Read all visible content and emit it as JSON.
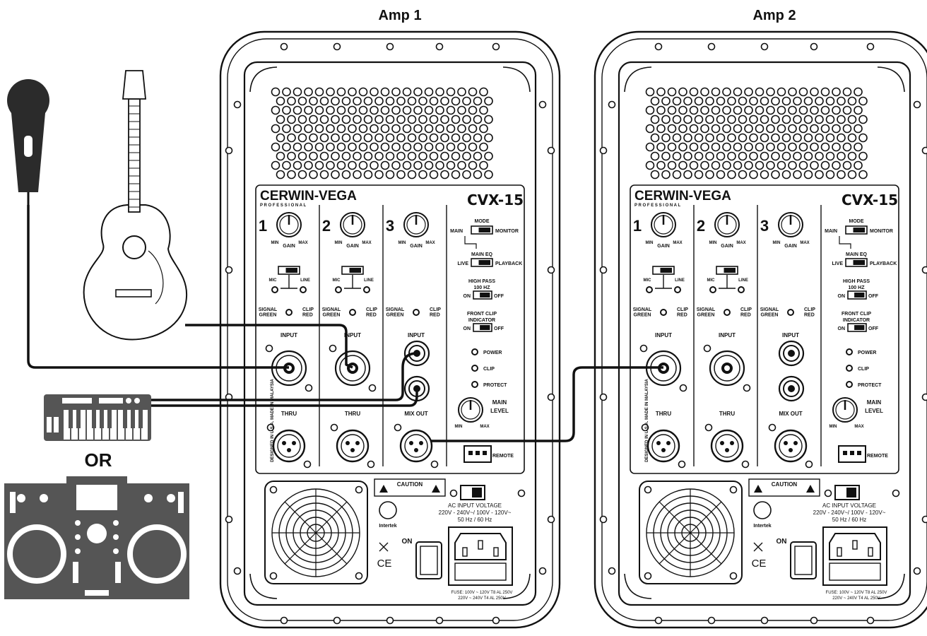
{
  "amps": [
    {
      "header": "Amp 1",
      "brand": "CERWIN-VEGA",
      "brand_sub": "P R O F E S S I O N A L",
      "model": "CVX-15",
      "channels": [
        {
          "number": "1",
          "gain_min": "MIN",
          "gain_label": "GAIN",
          "gain_max": "MAX",
          "mic": "MIC",
          "line": "LINE",
          "signal": "SIGNAL\nGREEN",
          "clip": "CLIP\nRED",
          "input": "INPUT",
          "thru": "THRU"
        },
        {
          "number": "2",
          "gain_min": "MIN",
          "gain_label": "GAIN",
          "gain_max": "MAX",
          "mic": "MIC",
          "line": "LINE",
          "signal": "SIGNAL\nGREEN",
          "clip": "CLIP\nRED",
          "input": "INPUT",
          "thru": "THRU"
        },
        {
          "number": "3",
          "gain_min": "MIN",
          "gain_label": "GAIN",
          "gain_max": "MAX",
          "signal": "SIGNAL\nGREEN",
          "clip": "CLIP\nRED",
          "input": "INPUT",
          "thru": "MIX OUT"
        }
      ],
      "mode": "MODE",
      "main": "MAIN",
      "monitor": "MONITOR",
      "main_eq": "MAIN EQ",
      "live": "LIVE",
      "playback": "PLAYBACK",
      "high_pass": "HIGH PASS",
      "high_pass_freq": "100 HZ",
      "on": "ON",
      "off": "OFF",
      "front_clip": "FRONT CLIP",
      "indicator": "INDICATOR",
      "leds": [
        "POWER",
        "CLIP",
        "PROTECT"
      ],
      "main_level": "MAIN",
      "level": "LEVEL",
      "min": "MIN",
      "max": "MAX",
      "remote": "REMOTE",
      "side_text": "DESIGNED IN U.S.A.   MADE IN MALAYSIA",
      "caution": "CAUTION",
      "ac_input": "AC INPUT VOLTAGE",
      "voltages": "220V - 240V~/ 100V - 120V~",
      "freq": "50 Hz / 60 Hz",
      "power_on": "ON",
      "intertek": "Intertek",
      "ce": "CE",
      "fuse": "FUSE: 100V ~ 120V T8 AL 250V",
      "fuse2": "220V ~ 240V T4 AL 250V"
    },
    {
      "header": "Amp 2",
      "brand": "CERWIN-VEGA",
      "brand_sub": "P R O F E S S I O N A L",
      "model": "CVX-15",
      "channels": [
        {
          "number": "1",
          "gain_min": "MIN",
          "gain_label": "GAIN",
          "gain_max": "MAX",
          "mic": "MIC",
          "line": "LINE",
          "signal": "SIGNAL\nGREEN",
          "clip": "CLIP\nRED",
          "input": "INPUT",
          "thru": "THRU"
        },
        {
          "number": "2",
          "gain_min": "MIN",
          "gain_label": "GAIN",
          "gain_max": "MAX",
          "mic": "MIC",
          "line": "LINE",
          "signal": "SIGNAL\nGREEN",
          "clip": "CLIP\nRED",
          "input": "INPUT",
          "thru": "THRU"
        },
        {
          "number": "3",
          "gain_min": "MIN",
          "gain_label": "GAIN",
          "gain_max": "MAX",
          "signal": "SIGNAL\nGREEN",
          "clip": "CLIP\nRED",
          "input": "INPUT",
          "thru": "MIX OUT"
        }
      ],
      "mode": "MODE",
      "main": "MAIN",
      "monitor": "MONITOR",
      "main_eq": "MAIN EQ",
      "live": "LIVE",
      "playback": "PLAYBACK",
      "high_pass": "HIGH PASS",
      "high_pass_freq": "100 HZ",
      "on": "ON",
      "off": "OFF",
      "front_clip": "FRONT CLIP",
      "indicator": "INDICATOR",
      "leds": [
        "POWER",
        "CLIP",
        "PROTECT"
      ],
      "main_level": "MAIN",
      "level": "LEVEL",
      "min": "MIN",
      "max": "MAX",
      "remote": "REMOTE",
      "side_text": "DESIGNED IN U.S.A.   MADE IN MALAYSIA",
      "caution": "CAUTION",
      "ac_input": "AC INPUT VOLTAGE",
      "voltages": "220V - 240V~/ 100V - 120V~",
      "freq": "50 Hz / 60 Hz",
      "power_on": "ON",
      "intertek": "Intertek",
      "ce": "CE",
      "fuse": "FUSE: 100V ~ 120V T8 AL 250V",
      "fuse2": "220V ~ 240V T4 AL 250V"
    }
  ],
  "sources": {
    "or_label": "OR",
    "icons": [
      "microphone-icon",
      "acoustic-guitar-icon",
      "keyboard-icon",
      "dj-controller-icon"
    ]
  },
  "colors": {
    "ink": "#111111",
    "paper": "#ffffff",
    "source_fill": "#555555"
  }
}
